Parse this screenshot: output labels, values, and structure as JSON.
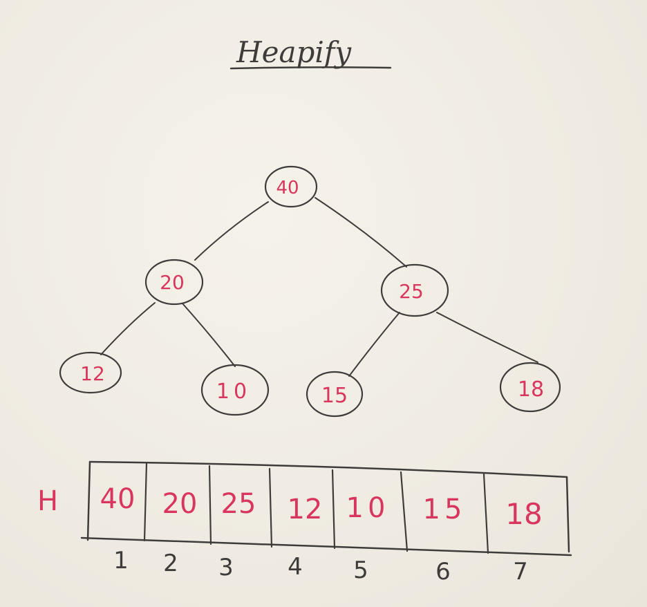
{
  "title": "Heapify",
  "tree": {
    "root": "40",
    "level1": [
      "20",
      "25"
    ],
    "level2": [
      "12",
      "10",
      "15",
      "18"
    ]
  },
  "array": {
    "label": "H",
    "cells": [
      "40",
      "20",
      "25",
      "12",
      "10",
      "15",
      "18"
    ],
    "indices": [
      "1",
      "2",
      "3",
      "4",
      "5",
      "6",
      "7"
    ]
  },
  "colors": {
    "ink": "#3d3c3a",
    "values": "#d8365f",
    "board": "#f1eee6"
  }
}
